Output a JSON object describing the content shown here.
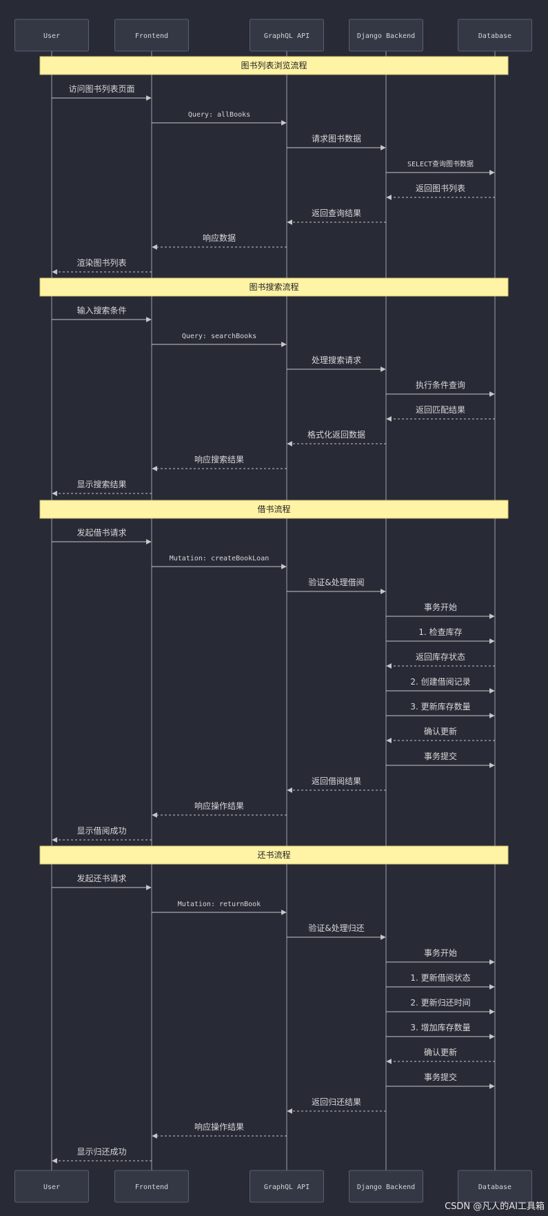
{
  "participants": [
    "User",
    "Frontend",
    "GraphQL API",
    "Django Backend",
    "Database"
  ],
  "sections": [
    {
      "title": "图书列表浏览流程",
      "messages": [
        {
          "from": 0,
          "to": 1,
          "label": "访问图书列表页面",
          "dashed": false
        },
        {
          "from": 1,
          "to": 2,
          "label": "Query: allBooks",
          "dashed": false
        },
        {
          "from": 2,
          "to": 3,
          "label": "请求图书数据",
          "dashed": false
        },
        {
          "from": 3,
          "to": 4,
          "label": "SELECT查询图书数据",
          "dashed": false
        },
        {
          "from": 4,
          "to": 3,
          "label": "返回图书列表",
          "dashed": true
        },
        {
          "from": 3,
          "to": 2,
          "label": "返回查询结果",
          "dashed": true
        },
        {
          "from": 2,
          "to": 1,
          "label": "响应数据",
          "dashed": true
        },
        {
          "from": 1,
          "to": 0,
          "label": "渲染图书列表",
          "dashed": true
        }
      ]
    },
    {
      "title": "图书搜索流程",
      "messages": [
        {
          "from": 0,
          "to": 1,
          "label": "输入搜索条件",
          "dashed": false
        },
        {
          "from": 1,
          "to": 2,
          "label": "Query: searchBooks",
          "dashed": false
        },
        {
          "from": 2,
          "to": 3,
          "label": "处理搜索请求",
          "dashed": false
        },
        {
          "from": 3,
          "to": 4,
          "label": "执行条件查询",
          "dashed": false
        },
        {
          "from": 4,
          "to": 3,
          "label": "返回匹配结果",
          "dashed": true
        },
        {
          "from": 3,
          "to": 2,
          "label": "格式化返回数据",
          "dashed": true
        },
        {
          "from": 2,
          "to": 1,
          "label": "响应搜索结果",
          "dashed": true
        },
        {
          "from": 1,
          "to": 0,
          "label": "显示搜索结果",
          "dashed": true
        }
      ]
    },
    {
      "title": "借书流程",
      "messages": [
        {
          "from": 0,
          "to": 1,
          "label": "发起借书请求",
          "dashed": false
        },
        {
          "from": 1,
          "to": 2,
          "label": "Mutation: createBookLoan",
          "dashed": false
        },
        {
          "from": 2,
          "to": 3,
          "label": "验证&处理借阅",
          "dashed": false
        },
        {
          "from": 3,
          "to": 4,
          "label": "事务开始",
          "dashed": false
        },
        {
          "from": 3,
          "to": 4,
          "label": "1. 检查库存",
          "dashed": false
        },
        {
          "from": 4,
          "to": 3,
          "label": "返回库存状态",
          "dashed": true
        },
        {
          "from": 3,
          "to": 4,
          "label": "2. 创建借阅记录",
          "dashed": false
        },
        {
          "from": 3,
          "to": 4,
          "label": "3. 更新库存数量",
          "dashed": false
        },
        {
          "from": 4,
          "to": 3,
          "label": "确认更新",
          "dashed": true
        },
        {
          "from": 3,
          "to": 4,
          "label": "事务提交",
          "dashed": false
        },
        {
          "from": 3,
          "to": 2,
          "label": "返回借阅结果",
          "dashed": true
        },
        {
          "from": 2,
          "to": 1,
          "label": "响应操作结果",
          "dashed": true
        },
        {
          "from": 1,
          "to": 0,
          "label": "显示借阅成功",
          "dashed": true
        }
      ]
    },
    {
      "title": "还书流程",
      "messages": [
        {
          "from": 0,
          "to": 1,
          "label": "发起还书请求",
          "dashed": false
        },
        {
          "from": 1,
          "to": 2,
          "label": "Mutation: returnBook",
          "dashed": false
        },
        {
          "from": 2,
          "to": 3,
          "label": "验证&处理归还",
          "dashed": false
        },
        {
          "from": 3,
          "to": 4,
          "label": "事务开始",
          "dashed": false
        },
        {
          "from": 3,
          "to": 4,
          "label": "1. 更新借阅状态",
          "dashed": false
        },
        {
          "from": 3,
          "to": 4,
          "label": "2. 更新归还时间",
          "dashed": false
        },
        {
          "from": 3,
          "to": 4,
          "label": "3. 增加库存数量",
          "dashed": false
        },
        {
          "from": 4,
          "to": 3,
          "label": "确认更新",
          "dashed": true
        },
        {
          "from": 3,
          "to": 4,
          "label": "事务提交",
          "dashed": false
        },
        {
          "from": 3,
          "to": 2,
          "label": "返回归还结果",
          "dashed": true
        },
        {
          "from": 2,
          "to": 1,
          "label": "响应操作结果",
          "dashed": true
        },
        {
          "from": 1,
          "to": 0,
          "label": "显示归还成功",
          "dashed": true
        }
      ]
    }
  ],
  "watermark": "CSDN @凡人的AI工具箱",
  "colors": {
    "background": "#282a36",
    "note_fill": "#fff3a6",
    "actor_fill": "#343845",
    "line": "#c8c8c8"
  }
}
